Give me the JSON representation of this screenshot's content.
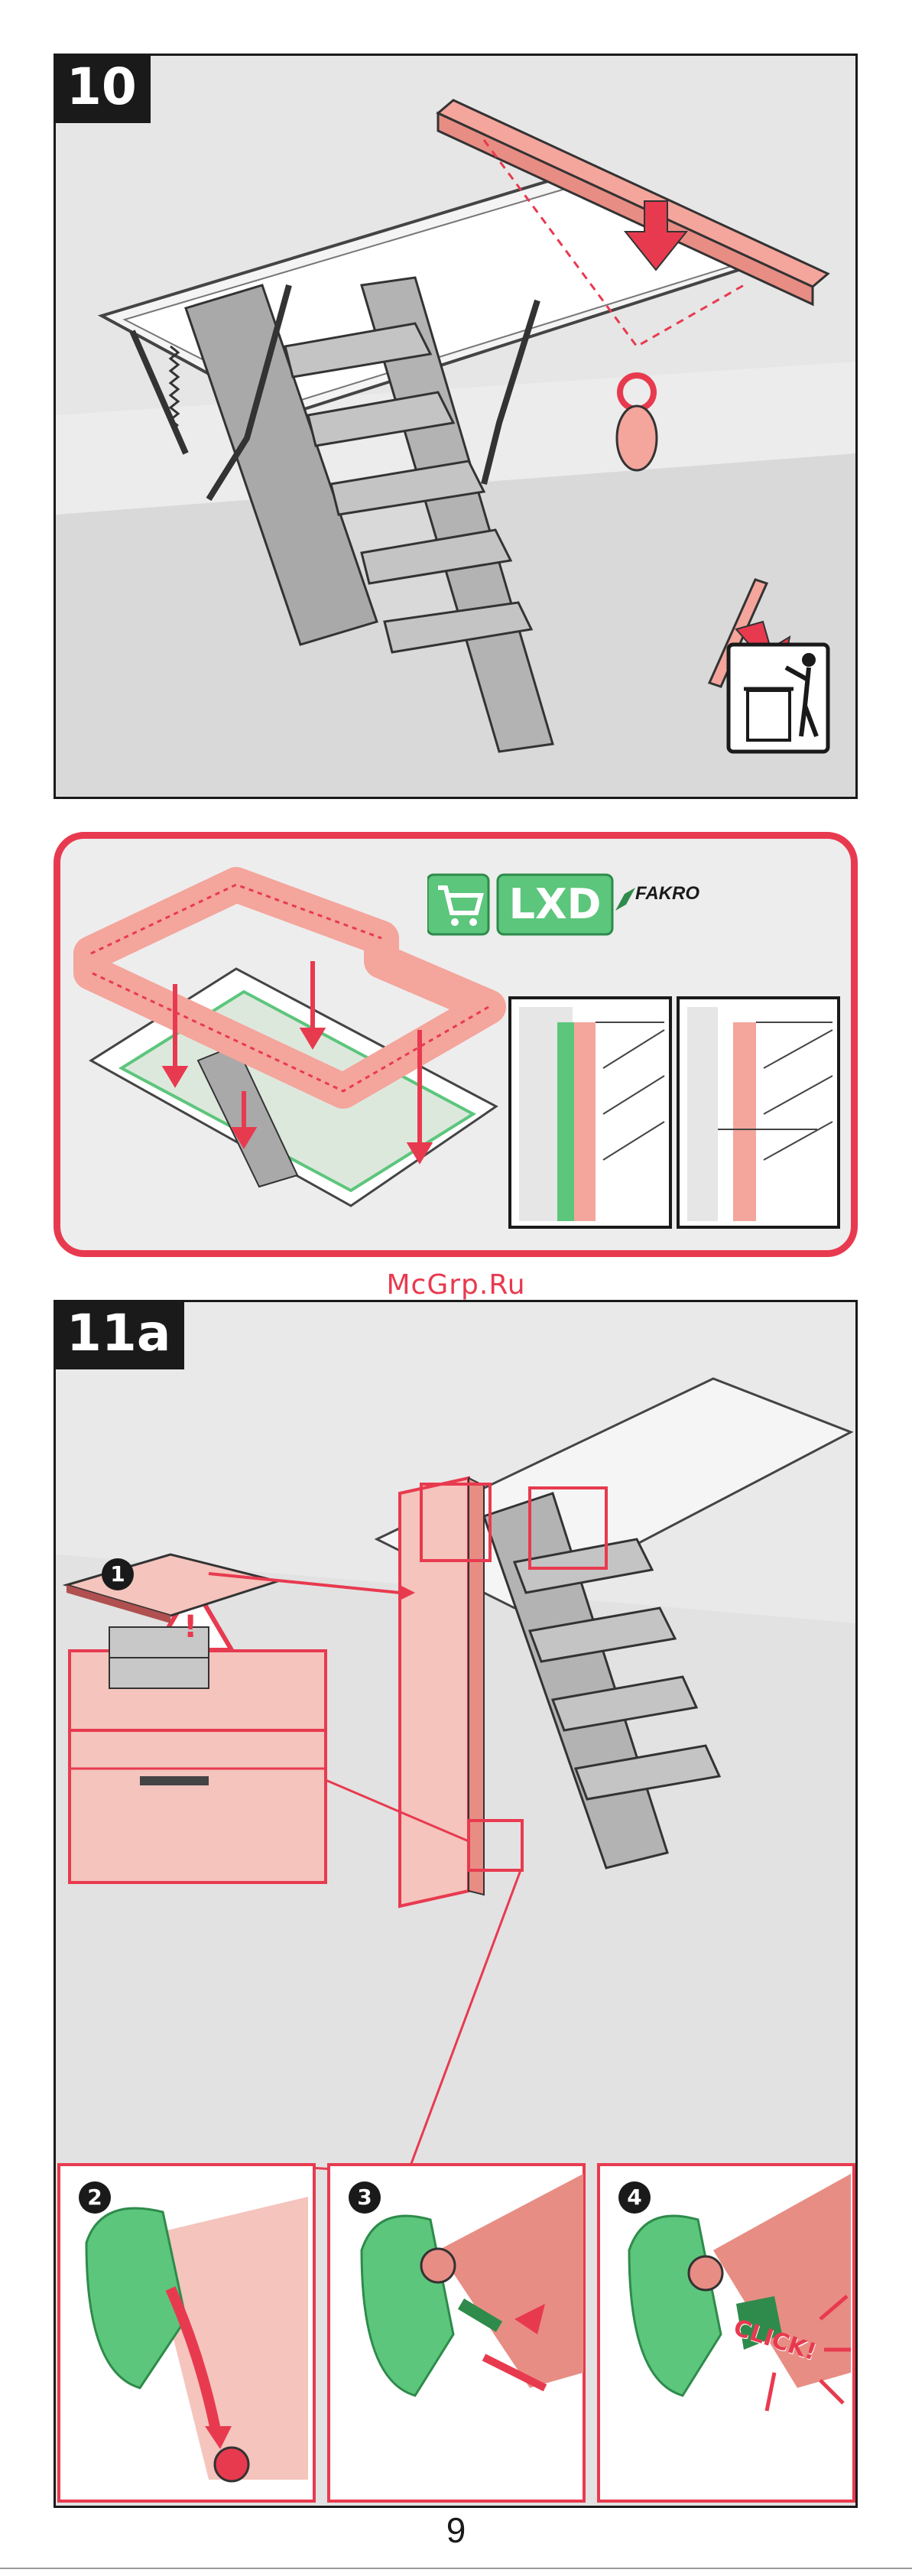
{
  "step10": {
    "badge": "10"
  },
  "accessory": {
    "product_code": "LXD",
    "brand": "FAKRO"
  },
  "watermark": "McGrp.Ru",
  "step11a": {
    "badge": "11a",
    "sub_steps": [
      "1",
      "2",
      "3",
      "4"
    ],
    "warning_symbol": "!",
    "click_text": "CLICK!"
  },
  "page_number": "9",
  "colors": {
    "accent": "#e83a4f",
    "salmon": "#f4a59c",
    "green": "#5cc67c",
    "dark": "#1a1a1a"
  },
  "icons": [
    "arrow-down-icon",
    "trash-bin-icon",
    "shopping-cart-icon",
    "warning-triangle-icon"
  ]
}
